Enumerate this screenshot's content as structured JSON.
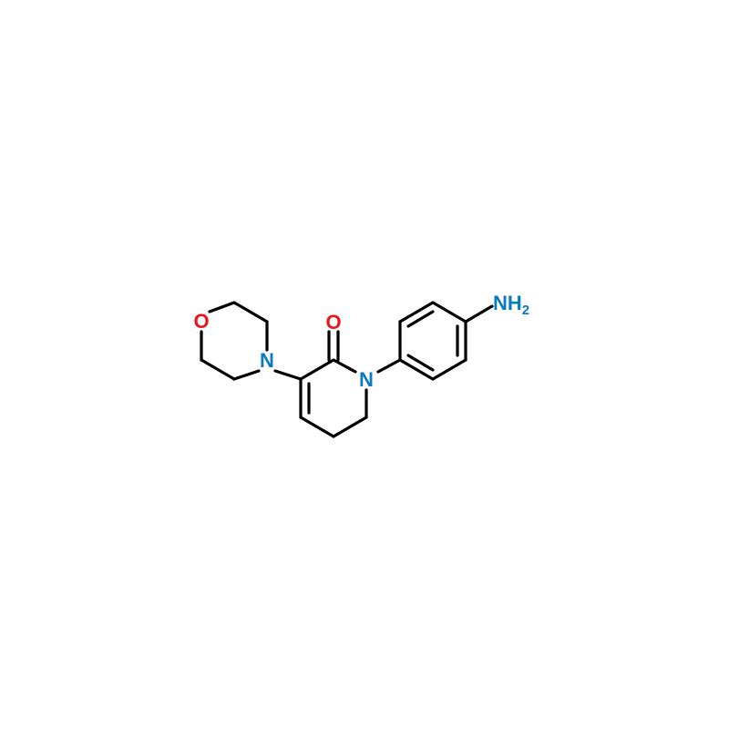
{
  "molecule": {
    "atoms": {
      "oxygen_ring": {
        "label": "O",
        "color": "#e8161b"
      },
      "nitrogen_morpholine": {
        "label": "N",
        "color": "#0a7bbf"
      },
      "oxygen_carbonyl": {
        "label": "O",
        "color": "#e8161b"
      },
      "nitrogen_lactam": {
        "label": "N",
        "color": "#0a7bbf"
      },
      "amine": {
        "label": "NH",
        "subscript": "2",
        "color": "#0a7bbf"
      }
    },
    "bond_color": "#000000"
  }
}
